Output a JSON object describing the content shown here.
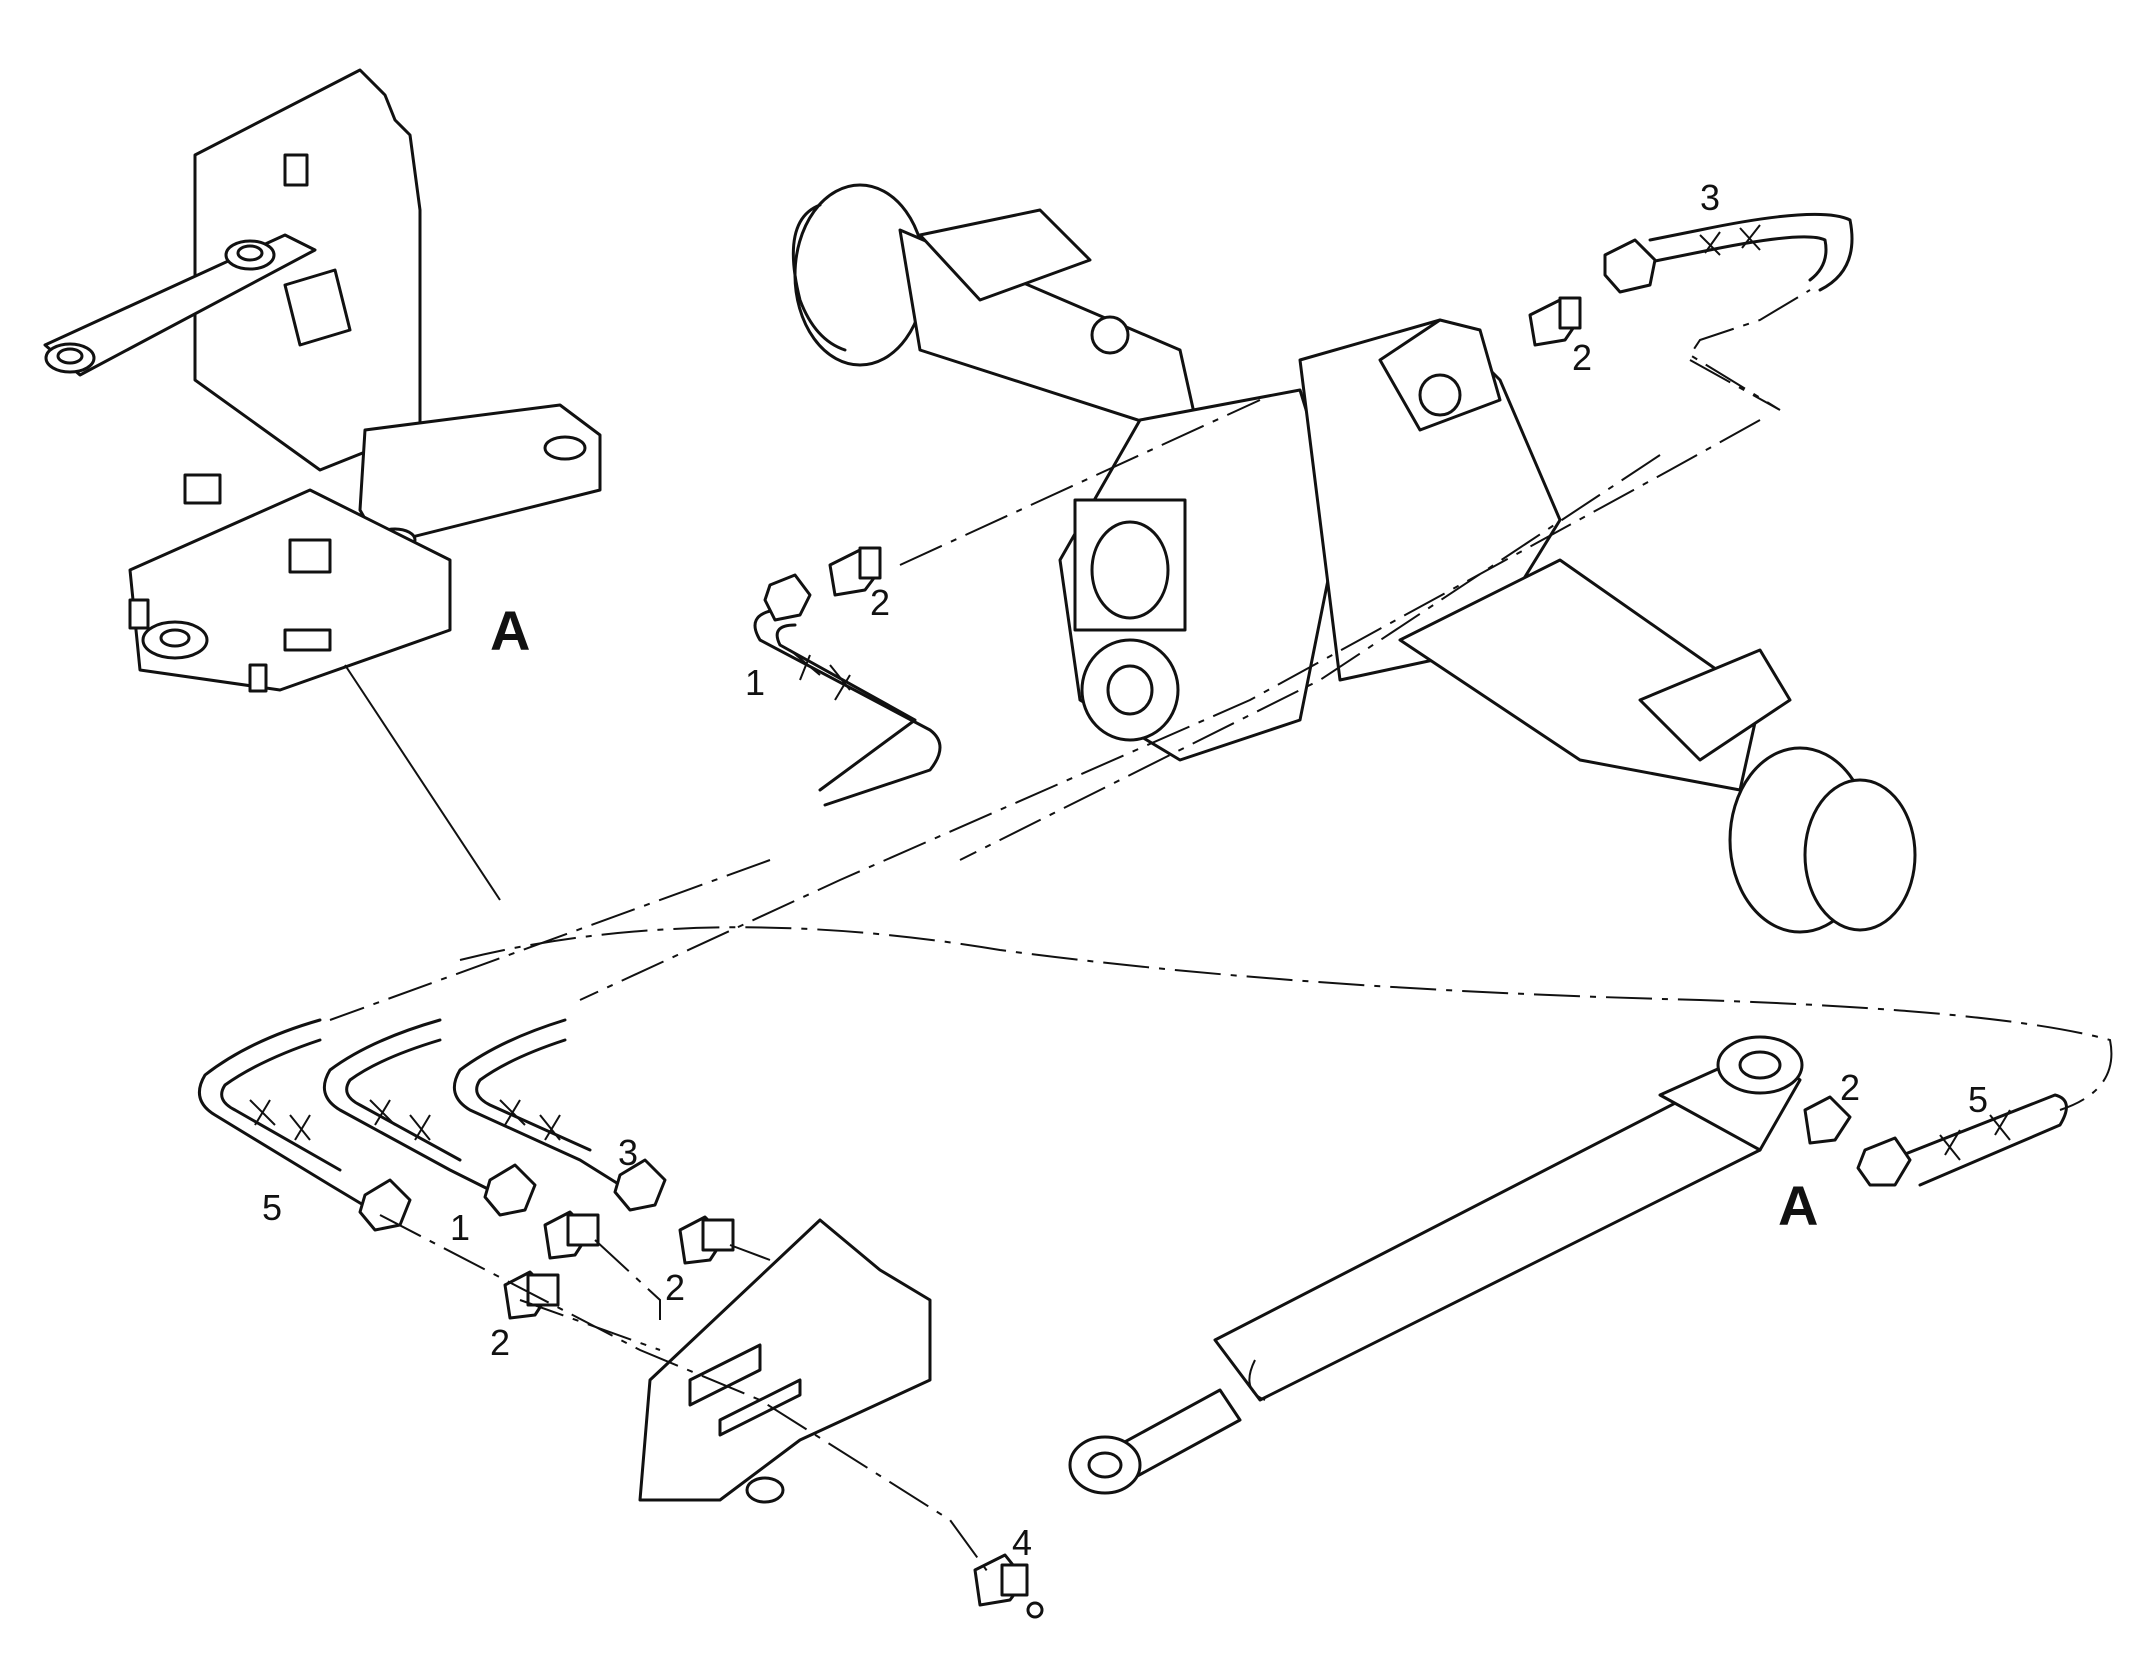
{
  "callouts": {
    "c1_top": "1",
    "c2_top_left": "2",
    "c2_top_right": "2",
    "c3_top": "3",
    "a_frame": "A",
    "c5_bottom": "5",
    "c1_bottom": "1",
    "c3_bottom": "3",
    "c2_bottom_a": "2",
    "c2_bottom_b": "2",
    "c4_bottom": "4",
    "c2_cylinder": "2",
    "c5_cylinder": "5",
    "a_cylinder": "A"
  }
}
